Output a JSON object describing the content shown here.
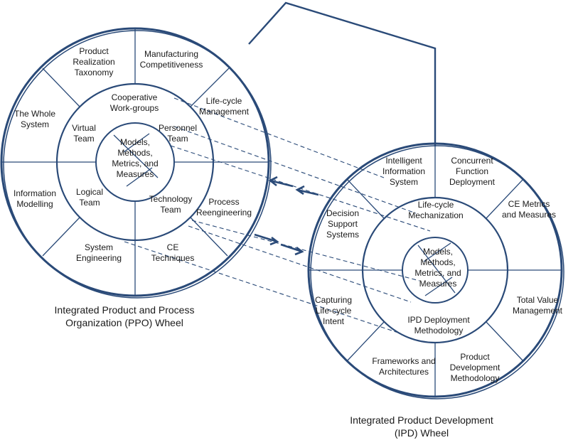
{
  "ppo": {
    "caption": [
      "Integrated Product and Process",
      "Organization (PPO) Wheel"
    ],
    "outer": [
      [
        "Product",
        "Realization",
        "Taxonomy"
      ],
      [
        "Manufacturing",
        "Competitiveness"
      ],
      [
        "Life-cycle",
        "Management"
      ],
      [
        "The Whole",
        "System"
      ],
      [
        "Information",
        "Modelling"
      ],
      [
        "Process",
        "Reengineering"
      ],
      [
        "System",
        "Engineering"
      ],
      [
        "CE",
        "Techniques"
      ]
    ],
    "middle": [
      [
        "Cooperative",
        "Work-groups"
      ],
      [
        "Virtual",
        "Team"
      ],
      [
        "Personnel",
        "Team"
      ],
      [
        "Logical",
        "Team"
      ],
      [
        "Technology",
        "Team"
      ]
    ],
    "core": [
      "Models,",
      "Methods,",
      "Metrics, and",
      "Measures"
    ]
  },
  "ipd": {
    "caption": [
      "Integrated Product Development",
      "(IPD) Wheel"
    ],
    "outer": [
      [
        "Intelligent",
        "Information",
        "System"
      ],
      [
        "Concurrent",
        "Function",
        "Deployment"
      ],
      [
        "CE Metrics",
        "and Measures"
      ],
      [
        "Decision",
        "Support",
        "Systems"
      ],
      [
        "Total Value",
        "Management"
      ],
      [
        "Capturing",
        "Life-cycle",
        "Intent"
      ],
      [
        "Frameworks and",
        "Architectures"
      ],
      [
        "Product",
        "Development",
        "Methodology"
      ]
    ],
    "middle": [
      [
        "Life-cycle",
        "Mechanization"
      ],
      [
        "IPD Deployment",
        "Methodology"
      ]
    ],
    "core": [
      "Models,",
      "Methods,",
      "Metrics, and",
      "Measures"
    ]
  }
}
